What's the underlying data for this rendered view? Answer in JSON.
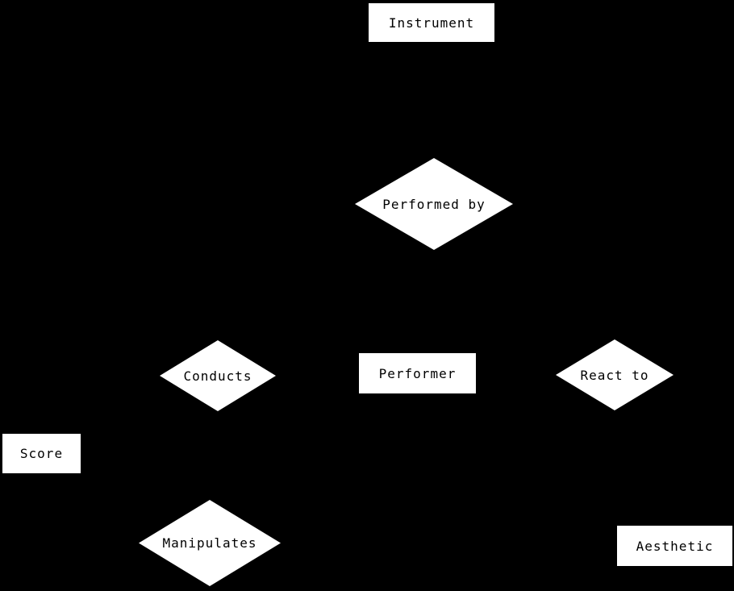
{
  "diagram": {
    "type": "entity-relationship",
    "background_color": "#000000",
    "node_fill_color": "#ffffff",
    "node_text_color": "#000000",
    "edges_visible": false,
    "entities": [
      {
        "label": "Instrument"
      },
      {
        "label": "Performer"
      },
      {
        "label": "Score"
      },
      {
        "label": "Aesthetic"
      }
    ],
    "relationships": [
      {
        "label": "Performed by"
      },
      {
        "label": "Conducts"
      },
      {
        "label": "React to"
      },
      {
        "label": "Manipulates"
      }
    ]
  }
}
